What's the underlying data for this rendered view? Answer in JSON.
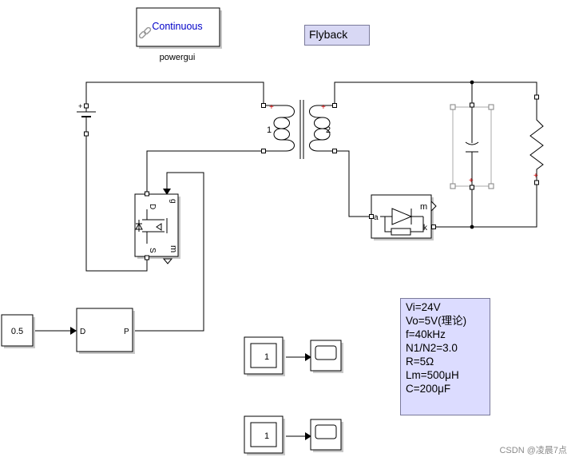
{
  "model": {
    "title_annotation": "Flyback",
    "powergui": {
      "mode": "Continuous",
      "name": "powergui"
    },
    "transformer": {
      "winding1": "1",
      "winding2": "2"
    },
    "dc_source": {
      "polarity": "+"
    },
    "mosfet": {
      "drain": "D",
      "source": "S",
      "gate": "g",
      "measure": "m"
    },
    "diode": {
      "anode": "a",
      "cathode": "k",
      "measure": "m"
    },
    "pwm": {
      "duty_value": "0.5",
      "input_port": "D",
      "output_port": "P"
    },
    "scopes": [
      {
        "constant": "1"
      },
      {
        "constant": "1"
      }
    ],
    "parameters": [
      "Vi=24V",
      "Vo=5V(理论)",
      "f=40kHz",
      "N1/N2=3.0",
      "R=5Ω",
      "Lm=500μH",
      "C=200μF"
    ]
  },
  "watermark": "CSDN @凌晨7点"
}
